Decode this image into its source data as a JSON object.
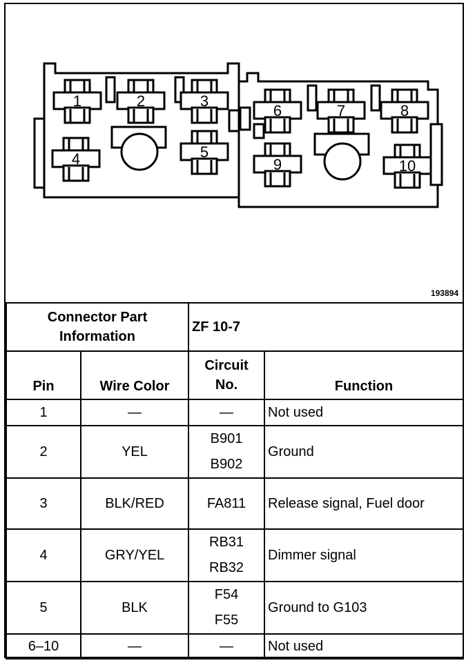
{
  "figure_id": "193894",
  "pins": [
    "1",
    "2",
    "3",
    "4",
    "5",
    "6",
    "7",
    "8",
    "9",
    "10"
  ],
  "connector": {
    "label": "Connector Part Information",
    "value": "ZF 10-7"
  },
  "headers": {
    "pin": "Pin",
    "wire_color": "Wire Color",
    "circuit": "Circuit No.",
    "function": "Function"
  },
  "rows": [
    {
      "pin": "1",
      "wire": "—",
      "circuit": [
        "—"
      ],
      "function": "Not used"
    },
    {
      "pin": "2",
      "wire": "YEL",
      "circuit": [
        "B901",
        "B902"
      ],
      "function": "Ground"
    },
    {
      "pin": "3",
      "wire": "BLK/RED",
      "circuit": [
        "FA811"
      ],
      "function": "Release signal, Fuel door"
    },
    {
      "pin": "4",
      "wire": "GRY/YEL",
      "circuit": [
        "RB31",
        "RB32"
      ],
      "function": "Dimmer signal"
    },
    {
      "pin": "5",
      "wire": "BLK",
      "circuit": [
        "F54",
        "F55"
      ],
      "function": "Ground to G103"
    },
    {
      "pin": "6–10",
      "wire": "—",
      "circuit": [
        "—"
      ],
      "function": "Not used"
    }
  ]
}
